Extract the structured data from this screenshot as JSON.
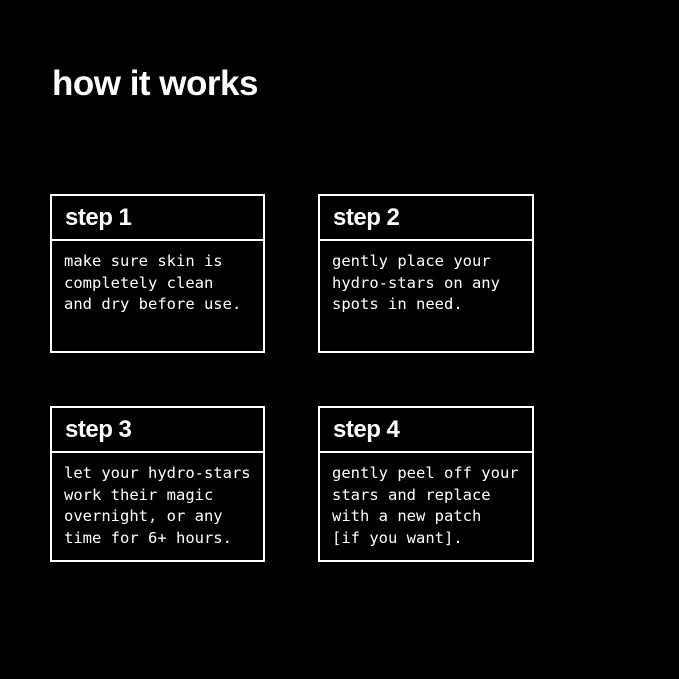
{
  "page": {
    "background_color": "#000000",
    "text_color": "#ffffff",
    "border_color": "#ffffff"
  },
  "title": "how it works",
  "steps": [
    {
      "label": "step 1",
      "lines": [
        "make sure skin is",
        "completely clean",
        "and dry before use."
      ]
    },
    {
      "label": "step 2",
      "lines": [
        "gently place your",
        "hydro-stars on any",
        "spots in need."
      ]
    },
    {
      "label": "step 3",
      "lines": [
        "let your hydro-stars",
        "work their magic",
        "overnight, or any",
        "time for 6+ hours."
      ]
    },
    {
      "label": "step 4",
      "lines": [
        "gently peel off your",
        "stars and replace",
        "with a new patch",
        "[if you want]."
      ]
    }
  ]
}
